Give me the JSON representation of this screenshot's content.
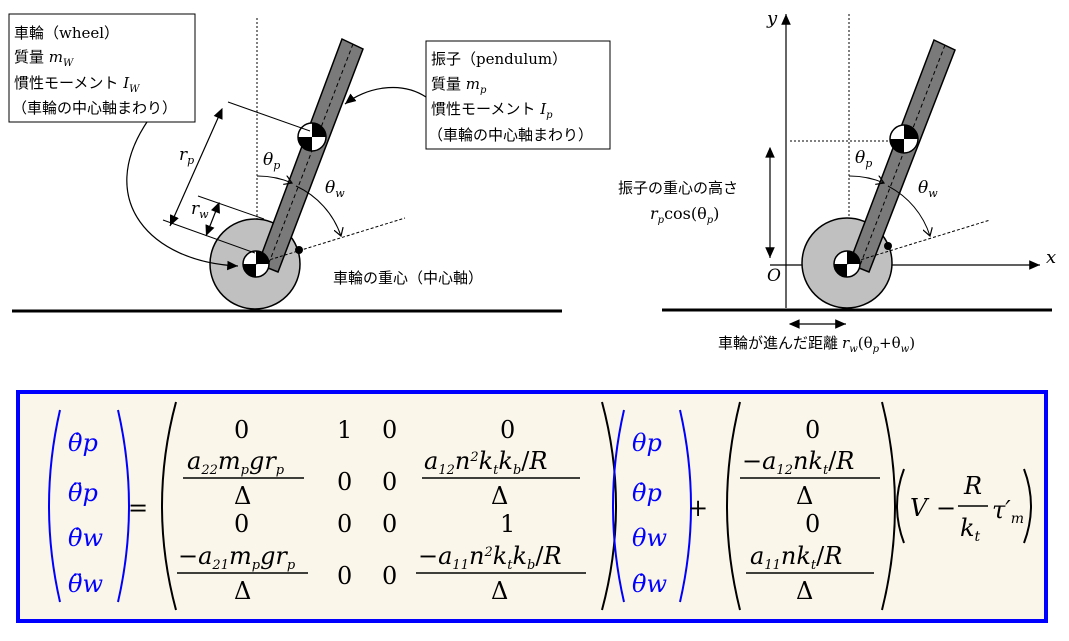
{
  "left_figure": {
    "wheel_box": {
      "line1": "車輪（wheel）",
      "line2_prefix": "質量",
      "line2_var": "m",
      "line2_sub": "W",
      "line3_prefix": "慣性モーメント",
      "line3_var": "I",
      "line3_sub": "W",
      "line4": "（車輪の中心軸まわり）"
    },
    "pendulum_box": {
      "line1": "振子（pendulum）",
      "line2_prefix": "質量",
      "line2_var": "m",
      "line2_sub": "p",
      "line3_prefix": "慣性モーメント",
      "line3_var": "I",
      "line3_sub": "p",
      "line4": "（車輪の中心軸まわり）"
    },
    "rp_label": "r",
    "rp_sub": "p",
    "rw_label": "r",
    "rw_sub": "w",
    "theta_p": "θ",
    "theta_p_sub": "p",
    "theta_w": "θ",
    "theta_w_sub": "w",
    "wheel_center_label": "車輪の重心（中心軸）"
  },
  "right_figure": {
    "y_axis": "y",
    "x_axis": "x",
    "origin": "O",
    "height_label_line1": "振子の重心の高さ",
    "height_label_line2_var": "r",
    "height_label_line2_sub": "p",
    "height_label_line2_rest": "cos(θ",
    "height_label_line2_sub2": "p",
    "height_label_line2_end": ")",
    "theta_p": "θ",
    "theta_p_sub": "p",
    "theta_w": "θ",
    "theta_w_sub": "w",
    "distance_label_prefix": "車輪が進んだ距離",
    "distance_var": "r",
    "distance_sub": "w",
    "distance_rest": "(θ",
    "distance_sub2": "p",
    "distance_plus": "+θ",
    "distance_sub3": "w",
    "distance_end": ")"
  },
  "equation": {
    "lhs": [
      "θ̇p",
      "θ̈p",
      "θ̇w",
      "θ̈w"
    ],
    "equals": "=",
    "plus": "+",
    "matrix_row1": [
      "0",
      "1",
      "0",
      "0"
    ],
    "matrix_row2": [
      "a22 mp g rp / Δ",
      "0",
      "0",
      "a12 n² kt kb / R / Δ"
    ],
    "matrix_row3": [
      "0",
      "0",
      "0",
      "1"
    ],
    "matrix_row4": [
      "−a21 mp g rp / Δ",
      "0",
      "0",
      "−a11 n² kt kb / R / Δ"
    ],
    "state": [
      "θp",
      "θ̇p",
      "θw",
      "θ̇w"
    ],
    "input_vec": [
      "0",
      "−a12 n kt / R / Δ",
      "0",
      "a11 n kt / R / Δ"
    ],
    "input_term": "V − R / kt τ′m",
    "delta": "Δ",
    "colors": {
      "state": "#0000ff",
      "border": "#0000ff",
      "background": "#fbf6ea"
    }
  }
}
